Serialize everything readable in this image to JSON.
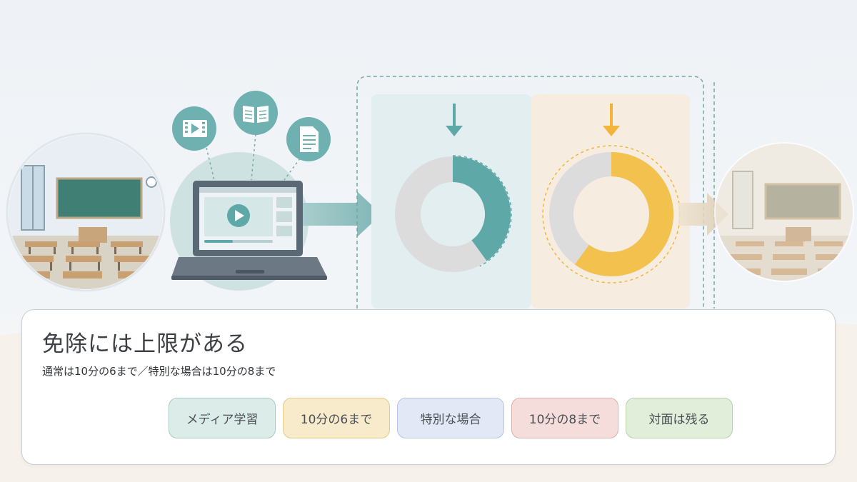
{
  "caption": {
    "title": "免除には上限がある",
    "subtitle": "通常は10分の6まで／特別な場合は10分の8まで"
  },
  "tags": [
    {
      "label": "メディア学習",
      "bg": "#dcece9",
      "border": "#a9cbc5"
    },
    {
      "label": "10分の6まで",
      "bg": "#f7ebcc",
      "border": "#e3c98a"
    },
    {
      "label": "特別な場合",
      "bg": "#e2e8f6",
      "border": "#b8c3e0"
    },
    {
      "label": "10分の8まで",
      "bg": "#f4dddb",
      "border": "#dcb1ad"
    },
    {
      "label": "対面は残る",
      "bg": "#e1eed9",
      "border": "#b8d0a8"
    }
  ],
  "chart_data": [
    {
      "type": "pie",
      "values": [
        40,
        60
      ],
      "colors": [
        "#5fa8a8",
        "#dcdcdc"
      ]
    },
    {
      "type": "pie",
      "values": [
        60,
        40
      ],
      "colors": [
        "#f2c14e",
        "#dcdcdc"
      ]
    }
  ],
  "colors": {
    "teal": "#5fa8a8",
    "yellow": "#f2c14e",
    "gray": "#dcdcdc"
  },
  "icons": [
    "video-icon",
    "book-icon",
    "document-icon",
    "play-icon",
    "down-arrow-icon",
    "right-arrow-icon"
  ]
}
